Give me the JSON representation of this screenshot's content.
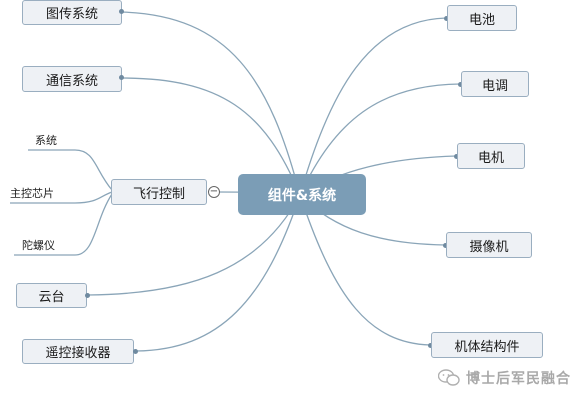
{
  "center": {
    "label": "组件&系统"
  },
  "left_nodes": [
    {
      "label": "图传系统"
    },
    {
      "label": "通信系统"
    },
    {
      "label": "飞行控制"
    },
    {
      "label": "云台"
    },
    {
      "label": "遥控接收器"
    }
  ],
  "sub_nodes": [
    {
      "label": "系统"
    },
    {
      "label": "主控芯片"
    },
    {
      "label": "陀螺仪"
    }
  ],
  "right_nodes": [
    {
      "label": "电池"
    },
    {
      "label": "电调"
    },
    {
      "label": "电机"
    },
    {
      "label": "摄像机"
    },
    {
      "label": "机体结构件"
    }
  ],
  "collapse_symbol": "−",
  "watermark": {
    "text": "博士后军民融合",
    "icon": "wechat-icon"
  },
  "colors": {
    "line": "#8aa5b8",
    "node_bg": "#eef1f5",
    "node_border": "#9aaec0",
    "center_bg": "#7b9db6"
  }
}
